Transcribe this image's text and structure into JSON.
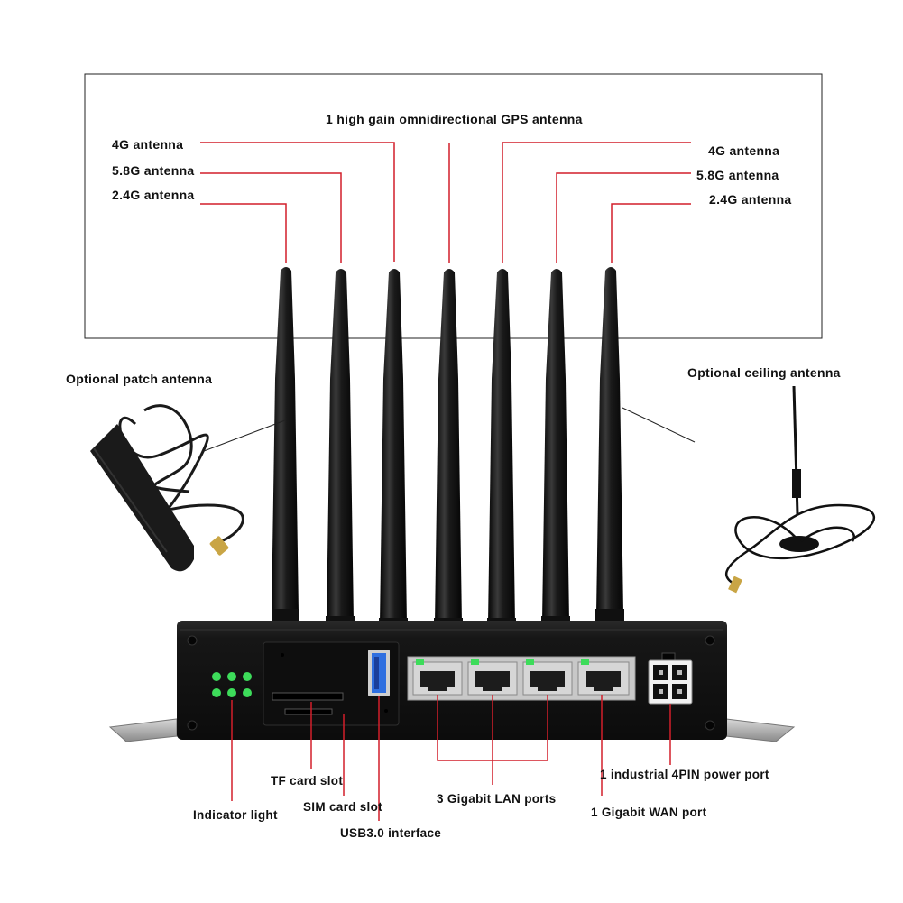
{
  "labels": {
    "gps": "1 high gain omnidirectional GPS antenna",
    "left_4g": "4G antenna",
    "left_58g": "5.8G antenna",
    "left_24g": "2.4G antenna",
    "right_4g": "4G antenna",
    "right_58g": "5.8G antenna",
    "right_24g": "2.4G antenna",
    "patch": "Optional patch antenna",
    "ceiling": "Optional ceiling antenna",
    "tf_slot": "TF card slot",
    "sim_slot": "SIM card slot",
    "usb": "USB3.0 interface",
    "indicator": "Indicator light",
    "lan": "3 Gigabit LAN ports",
    "wan": "1 Gigabit WAN port",
    "power": "1 industrial 4PIN power port"
  },
  "colors": {
    "leader": "#d21f2a",
    "device_body": "#141414",
    "led": "#3ddc5a",
    "usb": "#2f6fe0",
    "port_frame": "#c8c8c8"
  }
}
